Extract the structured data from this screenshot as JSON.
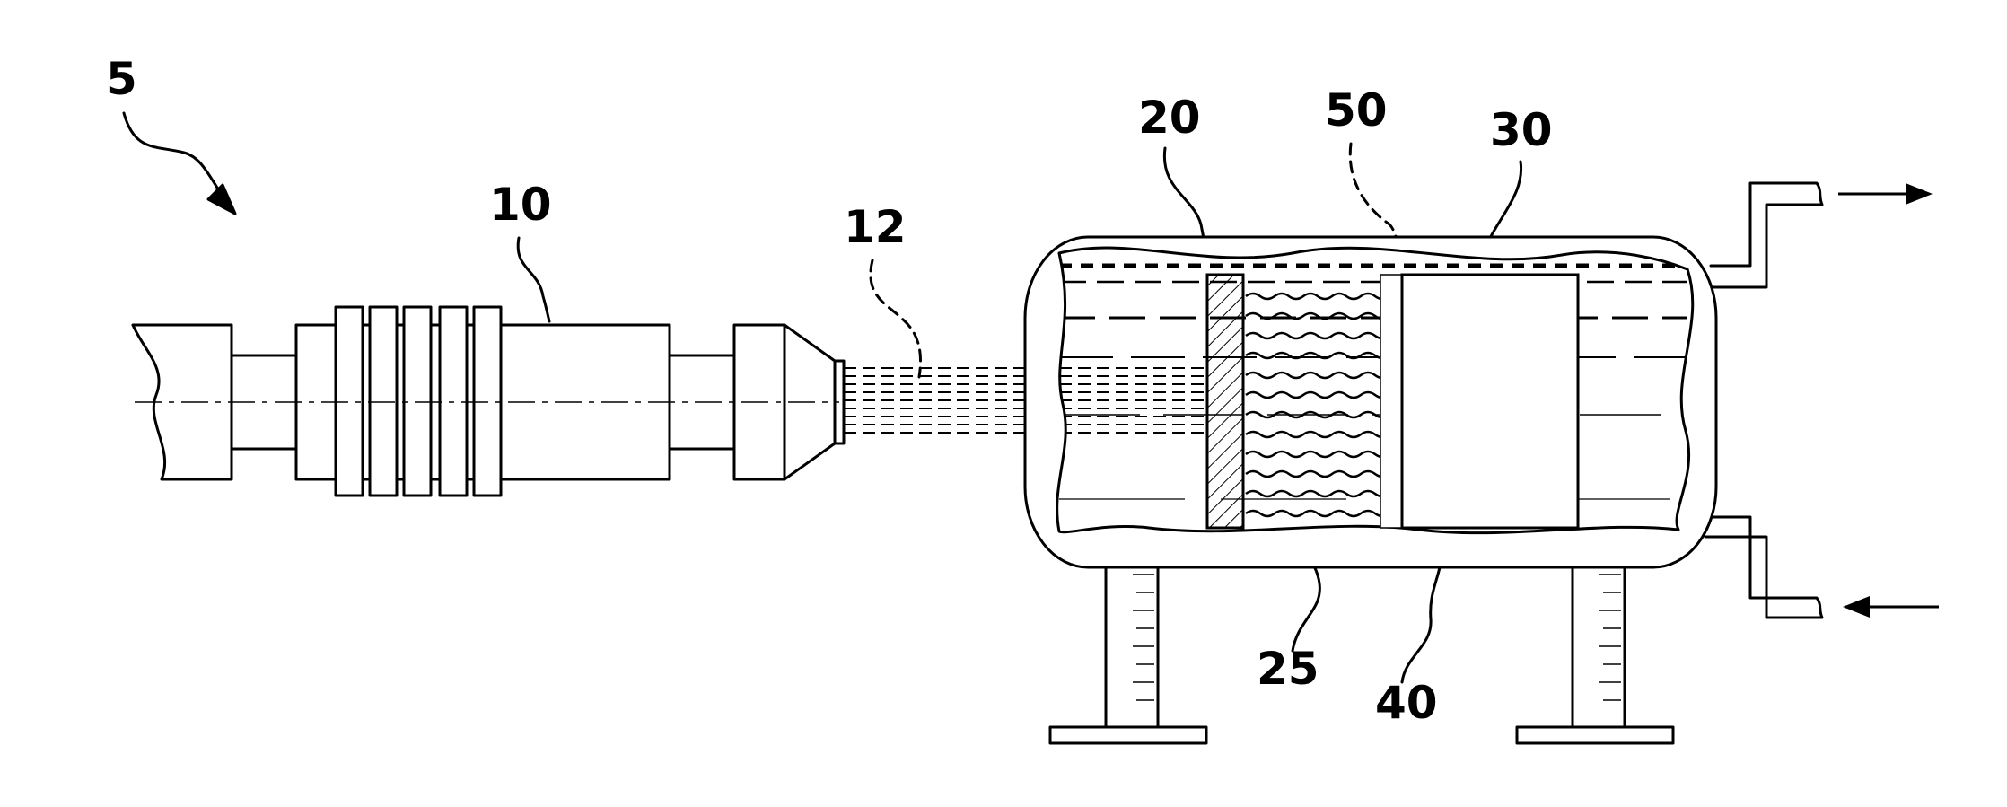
{
  "figure": {
    "labels": {
      "system": "5",
      "source": "10",
      "beam": "12",
      "target": "20",
      "emission": "25",
      "sample": "30",
      "vessel": "40",
      "window": "50"
    }
  }
}
